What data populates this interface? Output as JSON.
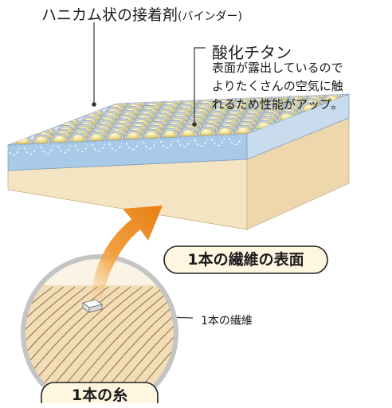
{
  "labels": {
    "binder_main": "ハニカム状の接着剤",
    "binder_sub": "(バインダー)",
    "titanium_title": "酸化チタン",
    "titanium_description": "表面が露出しているので\nよりたくさんの空気に触\nれるため性能がアップ。",
    "fiber_surface": "1本の繊維の表面",
    "single_fiber": "1本の繊維",
    "single_thread": "1本の糸"
  },
  "colors": {
    "slab_top": "#cfdcec",
    "slab_front": "#a8cae8",
    "slab_side": "#c9dced",
    "fiber_body": "#f5e4c2",
    "fiber_side": "#efd7ad",
    "titanium_sphere": "#f2e39a",
    "honeycomb_line": "#8f9eb2",
    "arrow_orange": "#ee8a1e",
    "magnifier_ring": "#c4c4c4",
    "leader_line": "#333333"
  }
}
